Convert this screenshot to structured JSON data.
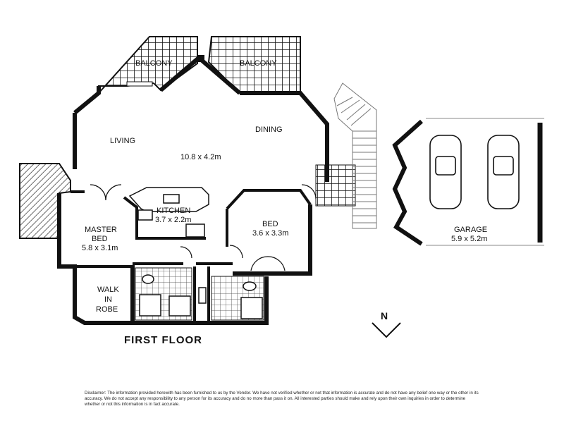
{
  "rooms": {
    "balcony_left": "BALCONY",
    "balcony_right": "BALCONY",
    "living": "LIVING",
    "dining": "DINING",
    "living_dim": "10.8 x 4.2m",
    "kitchen": "KITCHEN",
    "kitchen_dim": "3.7 x 2.2m",
    "master_bed": "MASTER",
    "master_bed2": "BED",
    "master_dim": "5.8 x 3.1m",
    "walk_in": "WALK",
    "walk_in2": "IN",
    "walk_in3": "ROBE",
    "bed": "BED",
    "bed_dim": "3.6 x 3.3m",
    "garage": "GARAGE",
    "garage_dim": "5.9 x 5.2m"
  },
  "floor_title": "FIRST FLOOR",
  "north_label": "N",
  "disclaimer": "Disclaimer:  The information provided herewith has been furnished to us by the Vendor. We have not verified whether or not that information is accurate and do not have any belief one way or the other in its accuracy. We do not accept any responsibility to any person for its accuracy and do no more than pass it on.  All interested parties should make and rely upon their own inquiries in order to determine whether or not this information is in fact accurate."
}
